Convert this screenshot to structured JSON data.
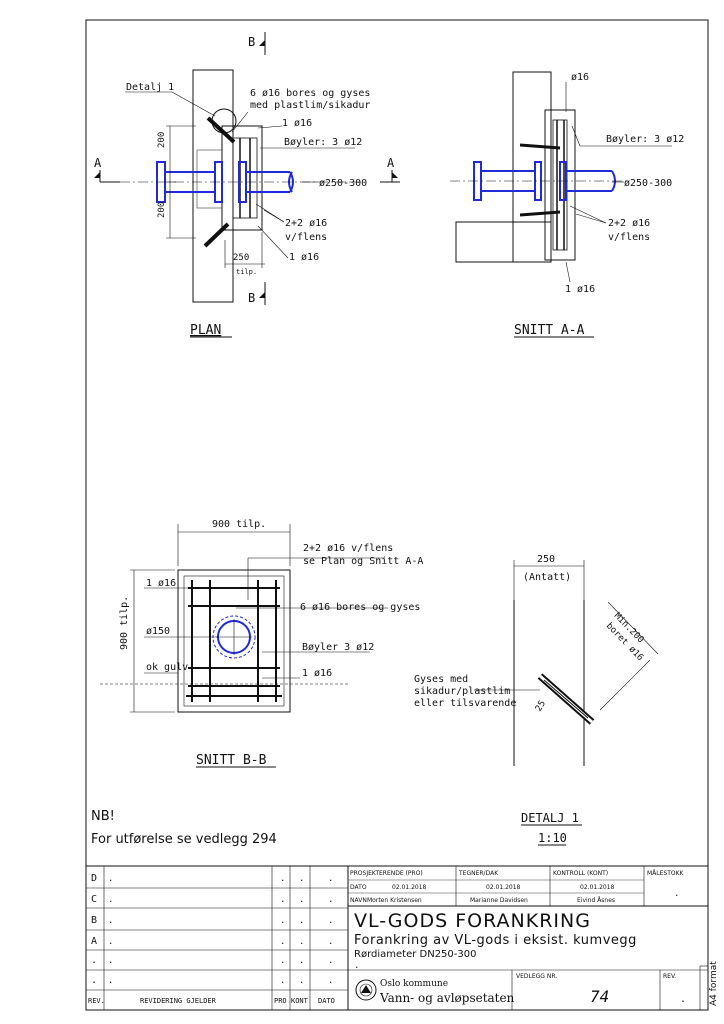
{
  "views": {
    "plan": {
      "title": "PLAN",
      "section_marker": "B",
      "section_marker_a": "A",
      "detail_label": "Detalj 1",
      "anchor_text_1": "6 ø16 bores og gyses",
      "anchor_text_2": "med plastlim/sikadur",
      "bar_top": "1 ø16",
      "stirrups": "Bøyler: 3 ø12",
      "pipe": "ø250-300",
      "flange_1": "2+2  ø16",
      "flange_2": "v/flens",
      "bar_bottom": "1 ø16",
      "dim_200_top": "200",
      "dim_200_bottom": "200",
      "dim_250": "250",
      "dim_tilp": "tilp."
    },
    "snitt_aa": {
      "title": "SNITT A-A",
      "bar_top": "ø16",
      "stirrups": "Bøyler: 3 ø12",
      "pipe": "ø250-300",
      "flange_1": "2+2  ø16",
      "flange_2": "v/flens",
      "bar_bottom": "1 ø16"
    },
    "snitt_bb": {
      "title": "SNITT B-B",
      "dim_width": "900 tilp.",
      "dim_height": "900 tilp.",
      "flange_1": "2+2 ø16 v/flens",
      "flange_2": "se Plan og Snitt A-A",
      "bar_top": "1 ø16",
      "anchors": "6 ø16 bores og gyses",
      "hole": "ø150",
      "stirrups": "Bøyler 3 ø12",
      "floor": "ok gulv",
      "bar_bottom": "1 ø16"
    },
    "detalj1": {
      "title": "DETALJ 1",
      "scale": "1:10",
      "dim": "250",
      "dim_note": "(Antatt)",
      "min_1": "Min.200",
      "min_2": "boret ø16",
      "grout_1": "Gyses med",
      "grout_2": "sikadur/plastlim",
      "grout_3": "eller tilsvarende",
      "angle": "25"
    }
  },
  "notes": {
    "nb": "NB!",
    "text": "For utførelse se vedlegg 294"
  },
  "title_block": {
    "revisions": [
      {
        "rev": "D",
        "text": "."
      },
      {
        "rev": "C",
        "text": "."
      },
      {
        "rev": "B",
        "text": "."
      },
      {
        "rev": "A",
        "text": "."
      },
      {
        "rev": ".",
        "text": "."
      },
      {
        "rev": ".",
        "text": "."
      }
    ],
    "rev_header": {
      "rev": "REV.",
      "desc": "REVIDERING GJELDER",
      "pro": "PRO",
      "kont": "KONT",
      "dato": "DATO"
    },
    "prosjekterende_label": "PROSJEKTERENDE (PRO)",
    "tegner_label": "TEGNER/DAK",
    "kontroll_label": "KONTROLL (KONT)",
    "malestokk_label": "MÅLESTOKK",
    "dato_label": "DATO",
    "navn_label": "NAVN",
    "dato_pro": "02.01.2018",
    "dato_tegner": "02.01.2018",
    "dato_kontroll": "02.01.2018",
    "navn_pro": "Morten Kristensen",
    "navn_tegner": "Marianne Davidsen",
    "navn_kontroll": "Eivind Åsnes",
    "malestokk": ".",
    "title": "VL-GODS FORANKRING",
    "subtitle": "Forankring av VL-gods i eksist. kumvegg",
    "subtitle2": "Rørdiameter DN250-300",
    "dot": ".",
    "org_1": "Oslo kommune",
    "org_2": "Vann- og avløpsetaten",
    "vedlegg_label": "VEDLEGG NR.",
    "vedlegg": "74",
    "rev_label": "REV.",
    "rev": ".",
    "format": "A4 format"
  }
}
